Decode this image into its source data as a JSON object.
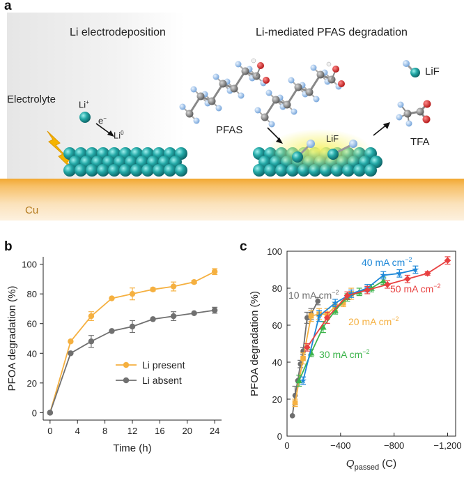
{
  "panel_a": {
    "letter": "a",
    "left_title": "Li electrodeposition",
    "right_title": "Li-mediated PFAS degradation",
    "electrolyte_label": "Electrolyte",
    "li_plus": "Li",
    "li_plus_sup": "+",
    "electron": "e",
    "electron_sup": "−",
    "li_zero": "Li",
    "li_zero_sup": "0",
    "pfas_label": "PFAS",
    "lif_surface_label": "LiF",
    "lif_product_label": "LiF",
    "tfa_label": "TFA",
    "cu_label": "Cu",
    "colors": {
      "cu": "#f0a830",
      "li": "#1e9e9e",
      "electrolyte_bg": "#eeeeee",
      "bolt": "#f5b400"
    }
  },
  "panel_b": {
    "letter": "b"
  },
  "panel_c": {
    "letter": "c"
  },
  "chart_data": [
    {
      "type": "line",
      "panel": "b",
      "xlabel": "Time (h)",
      "ylabel": "PFOA degradation (%)",
      "xlim": [
        -1,
        25
      ],
      "ylim": [
        -5,
        105
      ],
      "xticks": [
        "0",
        "4",
        "8",
        "12",
        "16",
        "20",
        "24"
      ],
      "yticks": [
        "0",
        "20",
        "40",
        "60",
        "80",
        "100"
      ],
      "legend_position": "lower-right",
      "series": [
        {
          "name": "Li present",
          "color": "#f5b040",
          "x": [
            0,
            3,
            6,
            9,
            12,
            15,
            18,
            21,
            24
          ],
          "y": [
            0,
            48,
            65,
            77,
            80,
            83,
            85,
            88,
            95
          ],
          "err": [
            0,
            0,
            3,
            0,
            4,
            1,
            3,
            1,
            2
          ]
        },
        {
          "name": "Li absent",
          "color": "#707070",
          "x": [
            0,
            3,
            6,
            9,
            12,
            15,
            18,
            21,
            24
          ],
          "y": [
            0,
            40,
            48,
            55,
            58,
            63,
            65,
            67,
            69
          ],
          "err": [
            0,
            0,
            4,
            0,
            4,
            0,
            3,
            0,
            2
          ]
        }
      ]
    },
    {
      "type": "line",
      "panel": "c",
      "xlabel": "Q",
      "xlabel_sub": "passed",
      "xlabel_unit": " (C)",
      "ylabel": "PFOA degradation (%)",
      "xlim": [
        0,
        -1260
      ],
      "ylim": [
        0,
        100
      ],
      "xticks": [
        {
          "value": 0,
          "label": "0"
        },
        {
          "value": -400,
          "label": "−400"
        },
        {
          "value": -800,
          "label": "−800"
        },
        {
          "value": -1200,
          "label": "−1,200"
        }
      ],
      "yticks": [
        "0",
        "20",
        "40",
        "60",
        "80",
        "100"
      ],
      "series": [
        {
          "name": "10 mA cm",
          "sup": "−2",
          "color": "#6e6e6e",
          "marker": "circle",
          "x": [
            -40,
            -60,
            -80,
            -100,
            -120,
            -150,
            -180,
            -230
          ],
          "y": [
            11,
            22,
            30,
            39,
            46,
            64,
            66,
            73
          ],
          "err": [
            0,
            5,
            0,
            2,
            2,
            3,
            3,
            2
          ]
        },
        {
          "name": "20 mA cm",
          "sup": "−2",
          "color": "#f5b040",
          "marker": "square",
          "x": [
            -60,
            -120,
            -180,
            -240,
            -300,
            -360,
            -420,
            -480
          ],
          "y": [
            18,
            42,
            65,
            66,
            66,
            70,
            72,
            77
          ],
          "err": [
            2,
            3,
            3,
            3,
            3,
            2,
            2,
            3
          ]
        },
        {
          "name": "30 mA cm",
          "sup": "−2",
          "color": "#3cb44b",
          "marker": "triangle",
          "x": [
            -90,
            -180,
            -270,
            -360,
            -450,
            -540,
            -630,
            -720
          ],
          "y": [
            30,
            45,
            59,
            68,
            75,
            78,
            80,
            84
          ],
          "err": [
            3,
            2,
            3,
            2,
            2,
            2,
            2,
            2
          ]
        },
        {
          "name": "40 mA cm",
          "sup": "−2",
          "color": "#1e88d8",
          "marker": "star",
          "x": [
            -120,
            -240,
            -360,
            -480,
            -600,
            -720,
            -840,
            -960
          ],
          "y": [
            30,
            65,
            72,
            77,
            80,
            87,
            88,
            90
          ],
          "err": [
            2,
            3,
            2,
            2,
            2,
            2,
            2,
            2
          ]
        },
        {
          "name": "50 mA cm",
          "sup": "−2",
          "color": "#e84040",
          "marker": "diamond",
          "x": [
            -150,
            -300,
            -450,
            -600,
            -750,
            -900,
            -1050,
            -1200
          ],
          "y": [
            48,
            64,
            76,
            79,
            82,
            85,
            88,
            95
          ],
          "err": [
            2,
            3,
            2,
            2,
            2,
            2,
            1,
            2
          ]
        }
      ]
    }
  ]
}
